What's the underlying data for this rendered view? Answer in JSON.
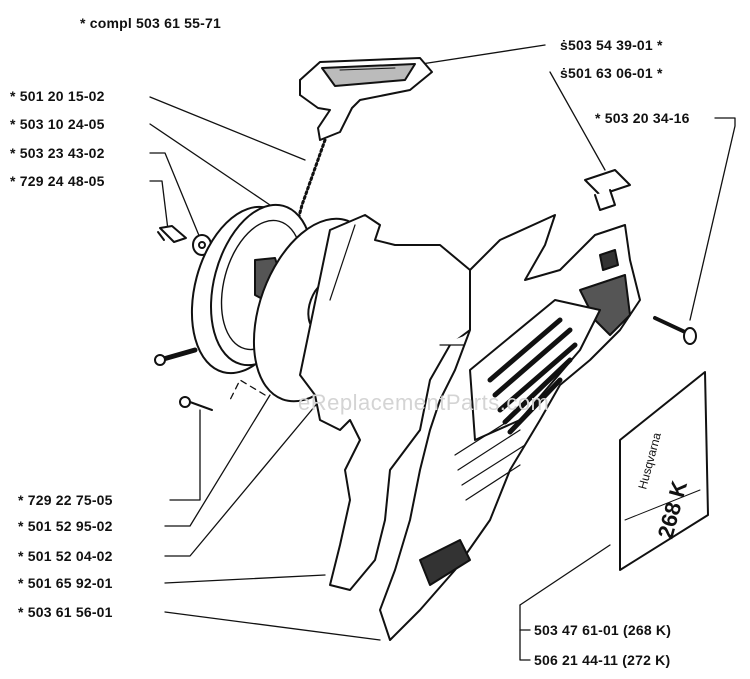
{
  "header": {
    "assembly_label": "*  compl 503 61 55-71"
  },
  "parts_left": [
    "*  501 20 15-02",
    "*  503 10 24-05",
    "*  503 23 43-02",
    "*  729 24 48-05"
  ],
  "parts_top_right": [
    "ṡ503 54 39-01  *",
    "ṡ501 63 06-01  *",
    "*  503 20 34-16"
  ],
  "parts_bottom_left": [
    "*  729 22 75-05",
    "*  501 52 95-02",
    "*  501 52 04-02",
    "*  501 65 92-01",
    "*  503 61 56-01"
  ],
  "parts_bottom_right": [
    "503 47 61-01 (268 K)",
    "506 21 44-11 (272 K)"
  ],
  "decal": {
    "brand": "Husqvarna",
    "model": "268 K"
  },
  "watermark": "eReplacementParts.com"
}
